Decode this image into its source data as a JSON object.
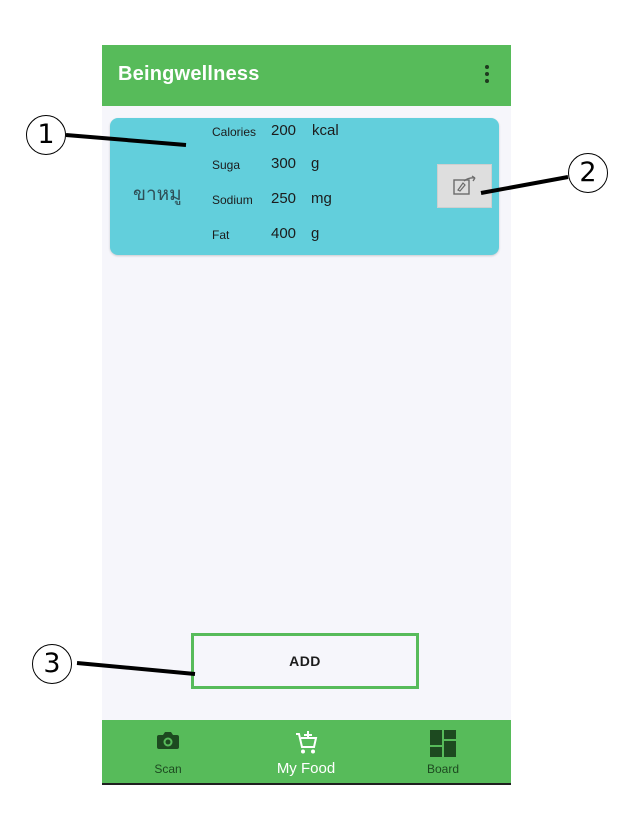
{
  "app": {
    "title": "Beingwellness"
  },
  "food_card": {
    "name": "ขาหมู",
    "nutrients": [
      {
        "label": "Calories",
        "value": "200",
        "unit": "kcal"
      },
      {
        "label": "Suga",
        "value": "300",
        "unit": "g"
      },
      {
        "label": "Sodium",
        "value": "250",
        "unit": "mg"
      },
      {
        "label": "Fat",
        "value": "400",
        "unit": "g"
      }
    ]
  },
  "add_button": {
    "label": "ADD"
  },
  "bottom_nav": {
    "items": [
      {
        "label": "Scan",
        "icon": "camera-icon"
      },
      {
        "label": "My Food",
        "icon": "add-cart-icon",
        "active": true
      },
      {
        "label": "Board",
        "icon": "dashboard-icon"
      }
    ]
  },
  "callouts": [
    "1",
    "2",
    "3"
  ],
  "colors": {
    "primary": "#57bb5a",
    "card": "#62cfdc",
    "background": "#f6f6fb"
  }
}
